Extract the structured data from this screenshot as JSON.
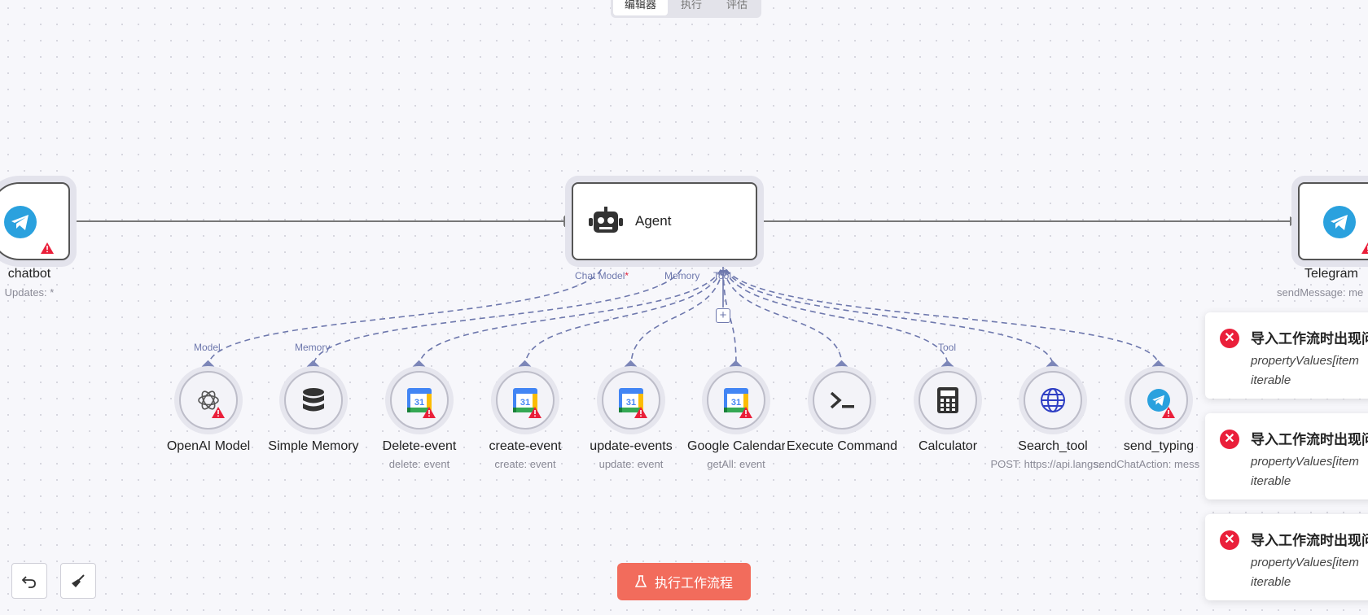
{
  "header_tabs": [
    "编辑器",
    "执行",
    "评估"
  ],
  "colors": {
    "accent": "#f26c5c",
    "wire": "#6e78ad",
    "error": "#ea1f3a",
    "telegram": "#2aa1de"
  },
  "trigger_node": {
    "name": "chatbot",
    "subtitle": "Updates: *",
    "icon": "telegram-icon"
  },
  "agent_node": {
    "name": "Agent",
    "icon": "robot-icon",
    "ports": {
      "chat_model": "Chat Model",
      "required_mark": "*",
      "memory": "Memory",
      "tool": "Tool"
    }
  },
  "output_node": {
    "name": "Telegram",
    "subtitle": "sendMessage: me",
    "icon": "telegram-icon"
  },
  "sub_nodes": [
    {
      "name": "OpenAI Model",
      "subtitle": "",
      "port_label": "Model",
      "icon": "openai-icon"
    },
    {
      "name": "Simple Memory",
      "subtitle": "",
      "port_label": "Memory",
      "icon": "database-icon"
    },
    {
      "name": "Delete-event",
      "subtitle": "delete: event",
      "port_label": "",
      "icon": "google-calendar-icon"
    },
    {
      "name": "create-event",
      "subtitle": "create: event",
      "port_label": "",
      "icon": "google-calendar-icon"
    },
    {
      "name": "update-events",
      "subtitle": "update: event",
      "port_label": "",
      "icon": "google-calendar-icon"
    },
    {
      "name": "Google Calendar",
      "subtitle": "getAll: event",
      "port_label": "",
      "icon": "google-calendar-icon"
    },
    {
      "name": "Execute Command",
      "subtitle": "",
      "port_label": "",
      "icon": "terminal-icon"
    },
    {
      "name": "Calculator",
      "subtitle": "",
      "port_label": "Tool",
      "icon": "calculator-icon"
    },
    {
      "name": "Search_tool",
      "subtitle": "POST: https://api.langs...",
      "port_label": "",
      "icon": "globe-icon"
    },
    {
      "name": "send_typing",
      "subtitle": "sendChatAction: mess",
      "port_label": "",
      "icon": "telegram-icon"
    }
  ],
  "plus_button": "+",
  "execute_button": {
    "label": "执行工作流程",
    "icon": "flask-icon"
  },
  "toasts": [
    {
      "title": "导入工作流时出现问题",
      "message": "propertyValues[item iterable"
    },
    {
      "title": "导入工作流时出现问题",
      "message": "propertyValues[item iterable"
    },
    {
      "title": "导入工作流时出现问题",
      "message": "propertyValues[item iterable"
    }
  ]
}
